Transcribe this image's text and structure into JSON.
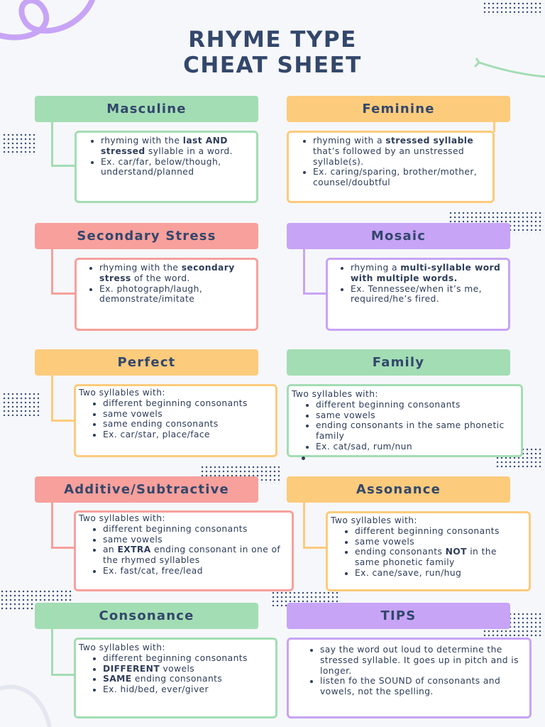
{
  "title": {
    "line1": "RHYME TYPE",
    "line2": "CHEAT SHEET"
  },
  "cards": {
    "masculine": {
      "heading": "Masculine",
      "b1_a": "rhyming with the ",
      "b1_bold": "last AND stressed",
      "b1_b": " syllable in a word.",
      "b2": "Ex. car/far, below/though, understand/planned"
    },
    "feminine": {
      "heading": "Feminine",
      "b1_a": "rhyming with a ",
      "b1_bold": "stressed syllable",
      "b1_b": " that’s followed by an unstressed syllable(s).",
      "b2": "Ex. caring/sparing, brother/mother, counsel/doubtful"
    },
    "secondary": {
      "heading": "Secondary Stress",
      "b1_a": "rhyming with the ",
      "b1_bold": "secondary stress",
      "b1_b": " of the word.",
      "b2": "Ex. photograph/laugh, demonstrate/imitate"
    },
    "mosaic": {
      "heading": "Mosaic",
      "b1_a": "rhyming a ",
      "b1_bold": "multi-syllable word with multiple words.",
      "b2": "Ex. Tennessee/when it’s me, required/he’s fired."
    },
    "perfect": {
      "heading": "Perfect",
      "intro": "Two syllables with:",
      "items": [
        "different beginning consonants",
        "same vowels",
        "same ending consonants",
        "Ex. car/star, place/face"
      ]
    },
    "family": {
      "heading": "Family",
      "intro": "Two syllables with:",
      "items": [
        "different beginning consonants",
        "same vowels",
        "ending consonants in the same phonetic family",
        "Ex. cat/sad, rum/nun",
        ""
      ]
    },
    "additive": {
      "heading": "Additive/Subtractive",
      "intro": "Two syllables with:",
      "i1": "different beginning consonants",
      "i2": "same vowels",
      "i3_a": "an ",
      "i3_bold": "EXTRA",
      "i3_b": " ending consonant in one of the rhymed syllables",
      "i4": "Ex. fast/cat, free/lead"
    },
    "assonance": {
      "heading": "Assonance",
      "intro": "Two syllables with:",
      "i1": "different beginning consonants",
      "i2": "same vowels",
      "i3_a": "ending consonants ",
      "i3_bold": "NOT",
      "i3_b": " in the same phonetic family",
      "i4": "Ex. cane/save, run/hug"
    },
    "consonance": {
      "heading": "Consonance",
      "intro": "Two syllables with:",
      "i1": "different beginning consonants",
      "i2_bold": "DIFFERENT",
      "i2_b": " vowels",
      "i3_bold": "SAME",
      "i3_b": " ending consonants",
      "i4": "Ex. hid/bed, ever/giver"
    },
    "tips": {
      "heading": "TIPS",
      "items": [
        "say the word out loud to determine the stressed syllable. It goes up in pitch and is longer.",
        "listen fo the SOUND of consonants and vowels, not the spelling."
      ]
    }
  },
  "colors": {
    "green": "#a3ddb4",
    "orange": "#fccb7c",
    "red": "#f7a09c",
    "purple": "#c7a4f6",
    "text": "#33476b"
  }
}
